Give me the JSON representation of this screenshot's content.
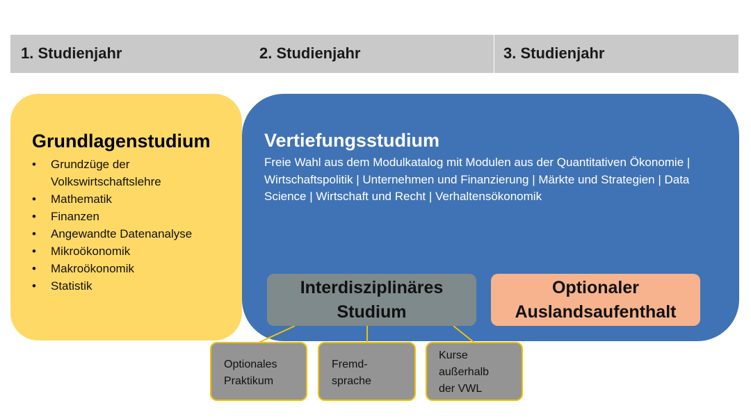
{
  "years": [
    "1. Studienjahr",
    "2. Studienjahr",
    "3. Studienjahr"
  ],
  "grundlagen": {
    "title": "Grundlagenstudium",
    "items": [
      "Grundzüge der Volkswirtschaftslehre",
      "Mathematik",
      "Finanzen",
      "Angewandte Datenanalyse",
      "Mikroökonomik",
      "Makroökonomik",
      "Statistik"
    ]
  },
  "vertiefung": {
    "title": "Vertiefungsstudium",
    "description": "Freie Wahl aus dem Modulkatalog mit Modulen aus der Quantitativen Ökonomie | Wirtschaftspolitik | Unternehmen und Finanzierung | Märkte und Strategien | Data Science | Wirtschaft und Recht | Verhaltensökonomik"
  },
  "interdisziplinaer": {
    "line1": "Interdisziplinäres",
    "line2": "Studium"
  },
  "auslands": {
    "line1": "Optionaler",
    "line2": "Auslandsaufenthalt"
  },
  "sub_boxes": [
    {
      "lines": [
        "Optionales",
        "Praktikum"
      ]
    },
    {
      "lines": [
        "Fremd-",
        "sprache"
      ]
    },
    {
      "lines": [
        "Kurse",
        "außerhalb",
        "der VWL"
      ]
    }
  ],
  "colors": {
    "year_bar": "#c9c9c9",
    "grundlagen": "#ffd966",
    "vertiefung": "#4073b5",
    "interdisziplinaer": "#7f8a8c",
    "auslands": "#f6b38d",
    "sub_box": "#949494",
    "connector": "#f2c200"
  }
}
